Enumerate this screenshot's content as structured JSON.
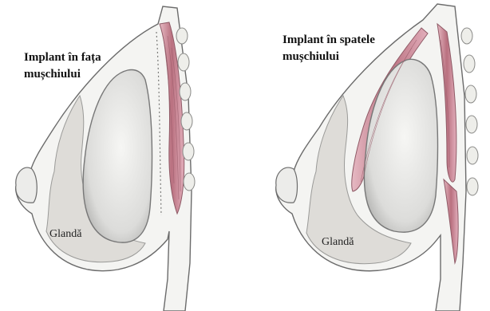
{
  "left_panel": {
    "title_line1": "Implant în fața",
    "title_line2": "mușchiului",
    "gland_label": "Glandă"
  },
  "right_panel": {
    "title_line1": "Implant în spatele",
    "title_line2": "mușchiului",
    "gland_label": "Glandă"
  },
  "colors": {
    "skin": "#f4f4f2",
    "outline": "#6b6b6b",
    "gland": "#d9d9d6",
    "implant": "#d0d0ce",
    "muscle": "#c98a9a",
    "rib": "#eeeeea"
  }
}
